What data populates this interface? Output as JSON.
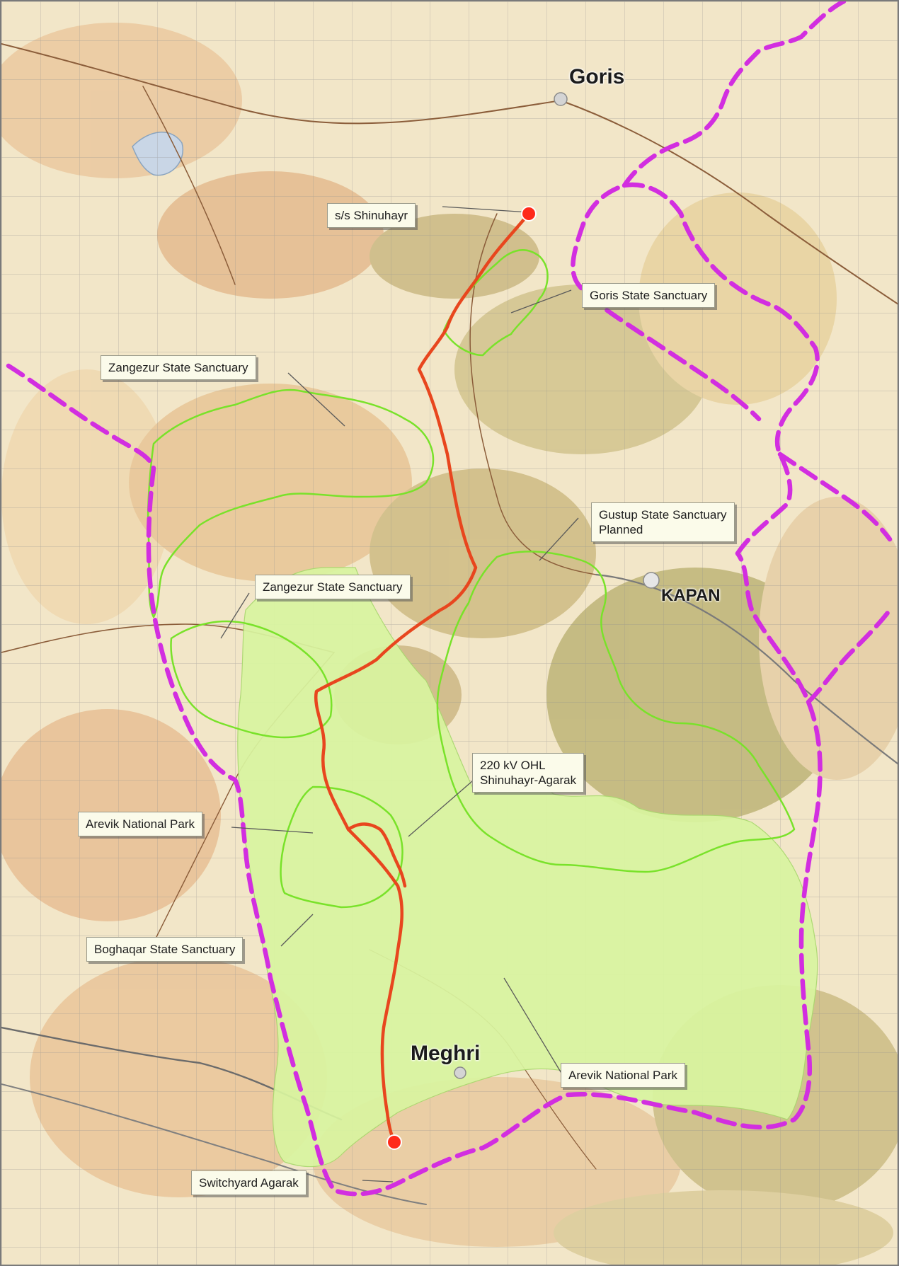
{
  "cities": {
    "goris": "Goris",
    "kapan": "KAPAN",
    "meghri": "Meghri"
  },
  "labels": {
    "shinuhayr_substation": "s/s Shinuhayr",
    "goris_sanctuary": "Goris State Sanctuary",
    "zangezur_sanctuary_north": "Zangezur State Sanctuary",
    "gustup_sanctuary_line1": "Gustup State Sanctuary",
    "gustup_sanctuary_line2": "Planned",
    "zangezur_sanctuary_south": "Zangezur State Sanctuary",
    "ohl_line1": "220 kV OHL",
    "ohl_line2": "Shinuhayr-Agarak",
    "arevik_park_west": "Arevik National Park",
    "boghaqar_sanctuary": "Boghaqar State Sanctuary",
    "switchyard_agarak": "Switchyard Agarak",
    "arevik_park_south": "Arevik National Park"
  },
  "colors": {
    "power_line": "#e8461e",
    "border": "#d22ee0",
    "sanctuary_outline": "#79e22a",
    "national_park_fill": "#d9f5a0",
    "substation": "#ff2a1a",
    "city_marker": "#d4d4d4"
  }
}
